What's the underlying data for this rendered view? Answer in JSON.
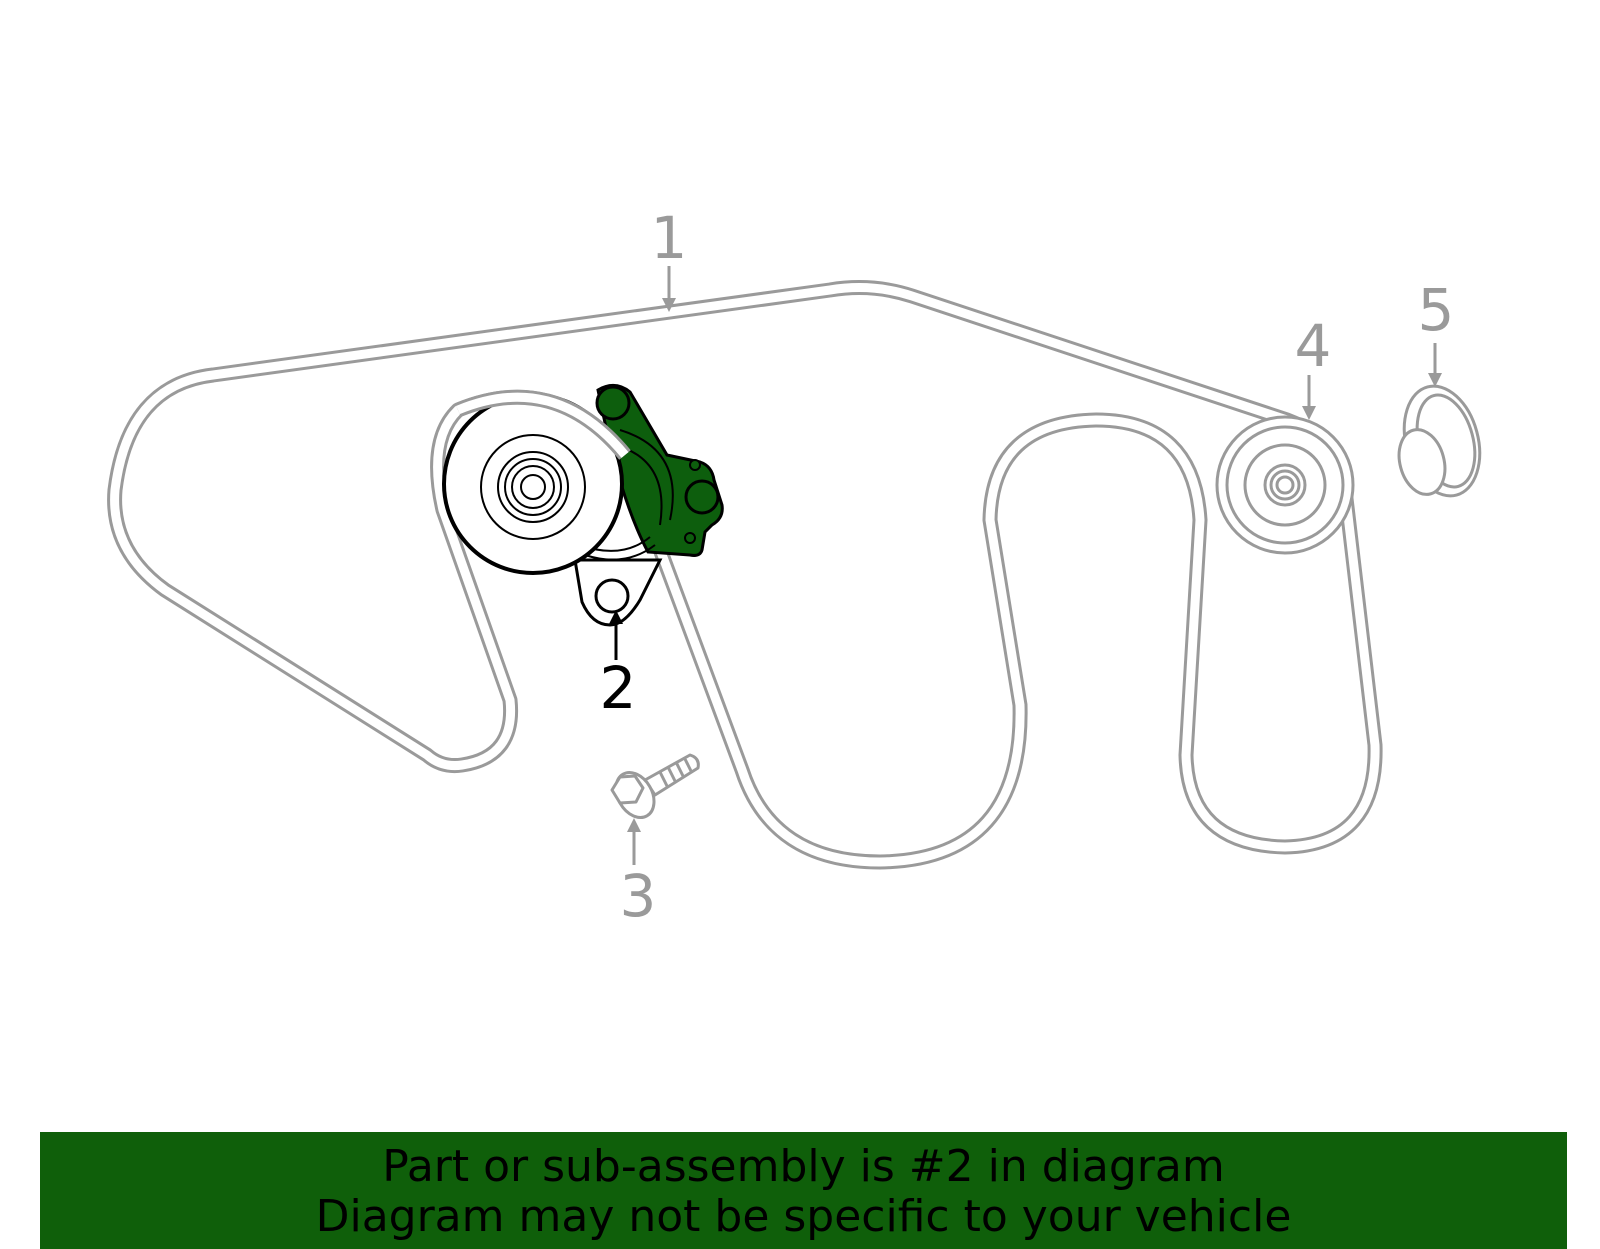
{
  "colors": {
    "highlight": "#0f5f0a",
    "part_line": "#9a9a9a",
    "selected_line": "#000000",
    "bracket_fill": "#0d5e0d"
  },
  "callouts": [
    {
      "number": "1",
      "part": "belt",
      "selected": false
    },
    {
      "number": "2",
      "part": "tensioner",
      "selected": true
    },
    {
      "number": "3",
      "part": "bolt",
      "selected": false
    },
    {
      "number": "4",
      "part": "idler-pulley",
      "selected": false
    },
    {
      "number": "5",
      "part": "dust-cap",
      "selected": false
    }
  ],
  "banner": {
    "line1": "Part or sub-assembly is #2 in diagram",
    "line2": "Diagram may not be specific to your vehicle"
  }
}
